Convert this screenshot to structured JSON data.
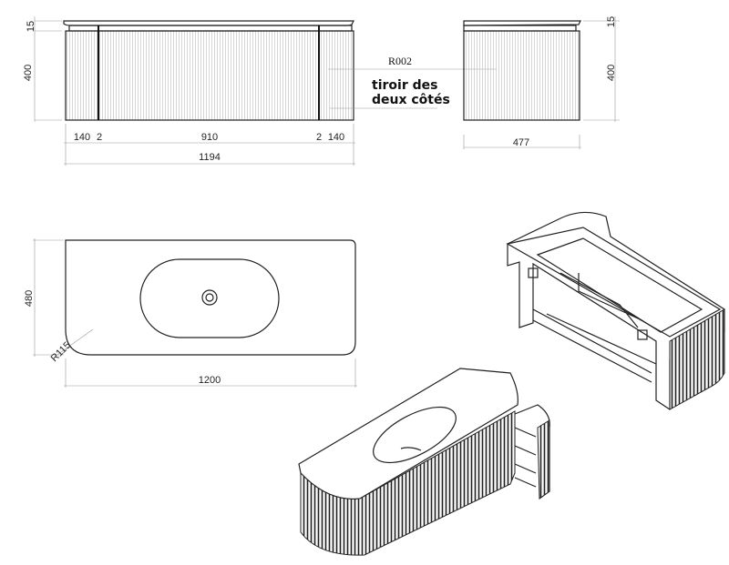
{
  "front_view": {
    "height_top": "15",
    "height_body": "400",
    "widths": [
      "140",
      "2",
      "910",
      "2",
      "140"
    ],
    "total_width": "1194"
  },
  "annotation": {
    "code": "R002",
    "note_line1": "tiroir des",
    "note_line2": "deux côtés"
  },
  "side_view": {
    "height_top": "15",
    "height_body": "400",
    "depth": "477"
  },
  "top_view": {
    "depth": "480",
    "radius": "R115",
    "width": "1200"
  }
}
